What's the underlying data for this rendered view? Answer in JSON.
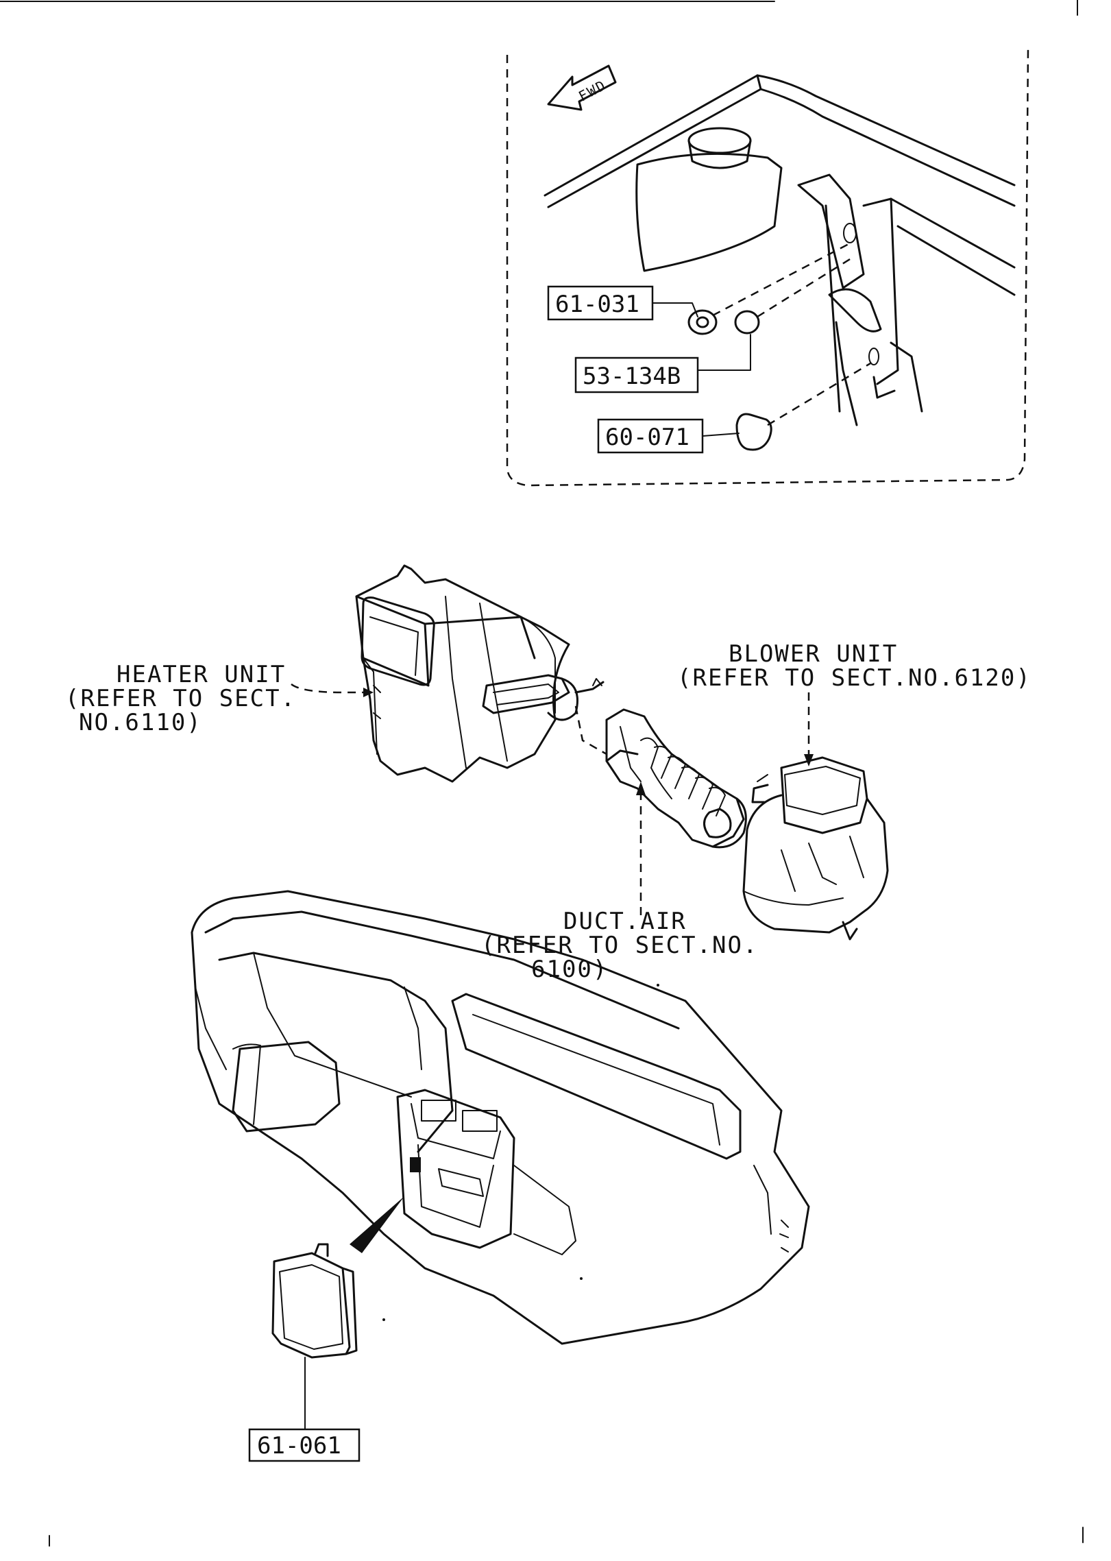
{
  "parts": {
    "p61_031": "61-031",
    "p53_134b": "53-134B",
    "p60_071": "60-071",
    "p61_061": "61-061"
  },
  "fwd_label": "FWD",
  "heater": {
    "line1": "HEATER UNIT",
    "line2": "(REFER TO SECT.",
    "line3": "NO.6110)"
  },
  "blower": {
    "line1": "BLOWER UNIT",
    "line2": "(REFER TO SECT.NO.6120)"
  },
  "duct": {
    "line1": "DUCT.AIR",
    "line2": "(REFER TO SECT.NO.",
    "line3": "6100)"
  }
}
